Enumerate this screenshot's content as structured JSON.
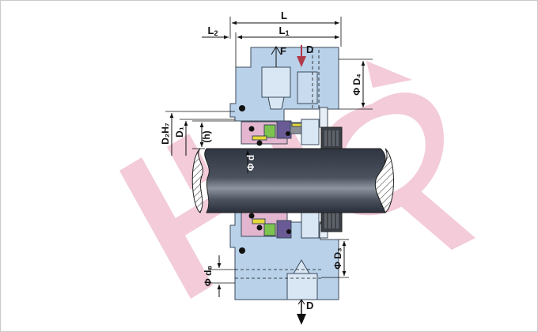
{
  "diagram": {
    "colors": {
      "housing": "#b9d2ea",
      "housing_stroke": "#3c4a5a",
      "shaft": "#3e4552",
      "shaft_highlight": "#8e95a1",
      "watermark": "#f1c2d3",
      "flow_arrow_red": "#b03a4a",
      "seal_pink": "#e4b5cf",
      "seal_purple": "#6a5a96",
      "seal_green": "#7cc34f",
      "seal_yellow": "#e6d83a",
      "gland_gray": "#8b8f96"
    },
    "watermark": {
      "text": "HQ"
    },
    "labels": {
      "L": "L",
      "L1_main": "L",
      "L1_sub": "1",
      "L2_main": "L",
      "L2_sub": "2",
      "F": "F",
      "D_top": "D",
      "D_bottom": "D",
      "D4": "Φ D₄",
      "D3": "Φ D₃",
      "D2H7": "D₂H₇",
      "D1": "D₁",
      "h": "(h)",
      "d": "Φ d",
      "d8": "Φ d₈"
    }
  }
}
